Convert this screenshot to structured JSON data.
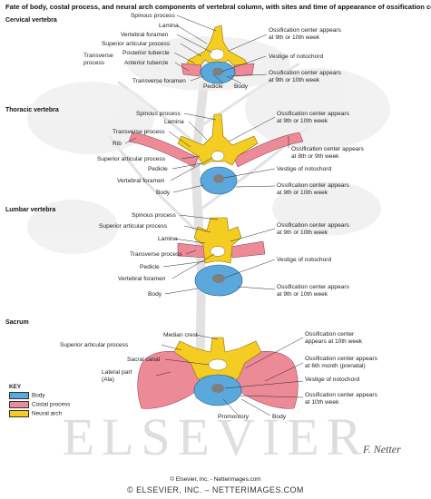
{
  "title": "Fate of body, costal process, and neural arch components of vertebral column, with sites and time of appearance of ossification centers",
  "colors": {
    "body": "#5ba8dc",
    "costal": "#ec8a98",
    "neural": "#f4cc22",
    "notochord": "#7f7f7f"
  },
  "cervical": {
    "heading": "Cervical vertebra",
    "spinous": "Spinous process",
    "lamina": "Lamina",
    "foramen": "Vertebral foramen",
    "superior": "Superior articular process",
    "posterior_tubercle": "Posterior tubercle",
    "anterior_tubercle": "Anterior tubercle",
    "transverse_process": [
      "Transverse",
      "process"
    ],
    "transverse_foramen": "Transverse foramen",
    "pedicle": "Pedicle",
    "body": "Body",
    "ossif_arch": [
      "Ossification center appears",
      "at 9th or 10th week"
    ],
    "notochord": "Vestige of notochord",
    "ossif_body": [
      "Ossification center appears",
      "at 9th or 10th week"
    ]
  },
  "thoracic": {
    "heading": "Thoracic vertebra",
    "spinous": "Spinous process",
    "lamina": "Lamina",
    "transverse": "Transverse process",
    "rib": "Rib",
    "superior": "Superior articular process",
    "pedicle": "Pedicle",
    "foramen": "Vertebral foramen",
    "body": "Body",
    "ossif_arch": [
      "Ossification center appears",
      "at 9th or 10th week"
    ],
    "ossif_rib": [
      "Ossification center appears",
      "at 8th or 9th week"
    ],
    "notochord": "Vestige of notochord",
    "ossif_body": [
      "Ossification center appears",
      "at 9th or 10th week"
    ]
  },
  "lumbar": {
    "heading": "Lumbar vertebra",
    "spinous": "Spinous process",
    "superior": "Superior articular process",
    "lamina": "Lamina",
    "transverse": "Transverse process",
    "pedicle": "Pedicle",
    "foramen": "Vertebral foramen",
    "body": "Body",
    "ossif_arch": [
      "Ossification center appears",
      "at 9th or 10th week"
    ],
    "notochord": "Vestige of notochord",
    "ossif_body": [
      "Ossification center appears",
      "at 9th or 10th week"
    ]
  },
  "sacrum": {
    "heading": "Sacrum",
    "median_crest": "Median crest",
    "superior": "Superior articular process",
    "canal": "Sacral canal",
    "lateral": [
      "Lateral part",
      "(Ala)"
    ],
    "promontory": "Promontory",
    "body": "Body",
    "ossif_arch": [
      "Ossification center",
      "appears at 10th week"
    ],
    "ossif_costal": [
      "Ossification center appears",
      "at 6th month (prenatal)"
    ],
    "notochord": "Vestige of notochord",
    "ossif_body": [
      "Ossification center appears",
      "at 10th week"
    ]
  },
  "key": {
    "title": "KEY",
    "items": [
      {
        "label": "Body",
        "color": "#5ba8dc"
      },
      {
        "label": "Costal process",
        "color": "#ec8a98"
      },
      {
        "label": "Neural arch",
        "color": "#f4cc22"
      }
    ]
  },
  "watermark": "ELSEVIER",
  "signature": "F. Netter",
  "copyright_small": "© Elsevier, Inc. - Netterimages.com",
  "copyright_large": "© ELSEVIER, INC. – NETTERIMAGES.COM"
}
